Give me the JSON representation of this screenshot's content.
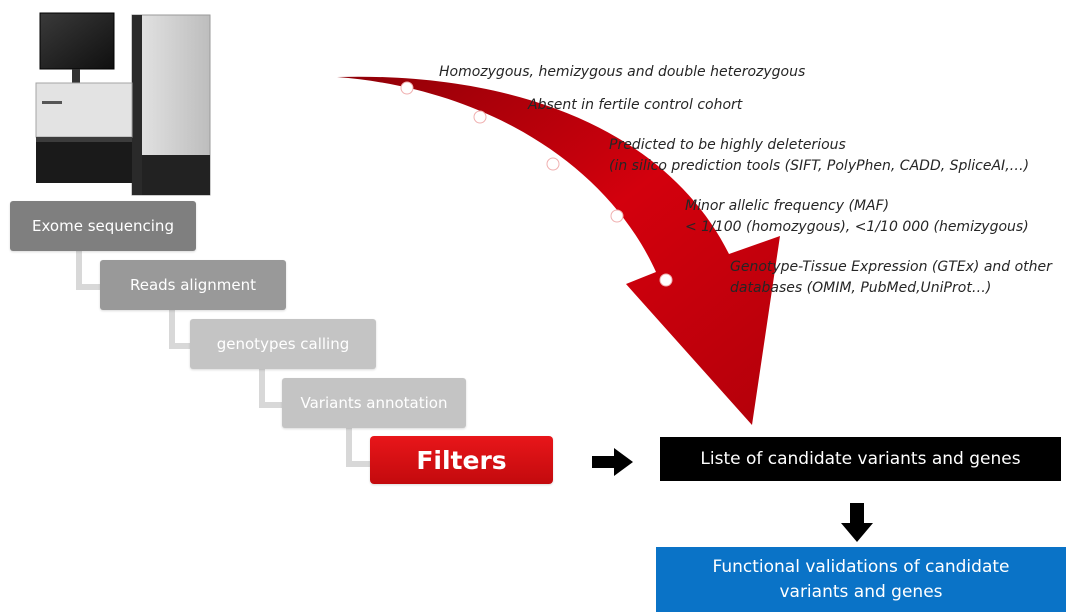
{
  "pipeline_steps": [
    {
      "label": "Exome sequencing",
      "color": "#7f7f7f"
    },
    {
      "label": "Reads alignment",
      "color": "#999999"
    },
    {
      "label": "genotypes calling",
      "color": "#c4c4c4"
    },
    {
      "label": "Variants annotation",
      "color": "#c4c4c4"
    },
    {
      "label": "Filters",
      "color": "#d70f12"
    }
  ],
  "filters": [
    "Homozygous, hemizygous and double heterozygous",
    "Absent in fertile control cohort",
    "Predicted to be highly deleterious",
    "(in silico prediction tools (SIFT, PolyPhen, CADD, SpliceAI,…)",
    "Minor allelic frequency (MAF)",
    " < 1/100 (homozygous), <1/10 000 (hemizygous)",
    "Genotype-Tissue Expression (GTEx) and other",
    "databases (OMIM, PubMed,UniProt…)"
  ],
  "results": {
    "candidates_label": "Liste of candidate variants and genes",
    "validation_line1": "Functional validations of candidate",
    "validation_line2": "variants and genes"
  },
  "colors": {
    "filter_arrow": "#c0000b",
    "candidates_box": "#000000",
    "validation_box": "#0a73c7"
  },
  "icons": {
    "sequencer": "sequencing-machine-image",
    "flow_arrows": "black-arrow-icon"
  }
}
